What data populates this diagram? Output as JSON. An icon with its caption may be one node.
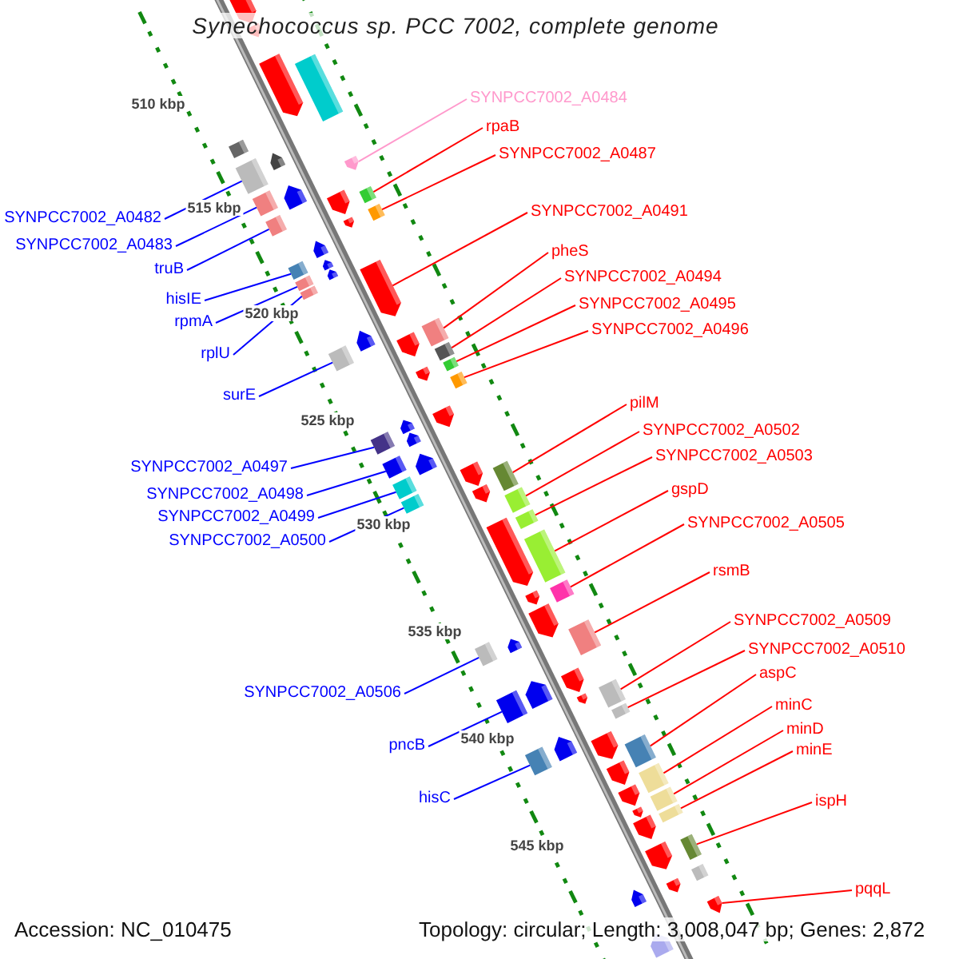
{
  "diagram": {
    "title": "Synechococcus sp. PCC 7002, complete genome",
    "nodes": [
      {
        "text": [
          "SYNPCC7002_A0484"
        ]
      },
      {
        "text": [
          "rpaB"
        ]
      },
      {
        "text": [
          "SYNPCC7002_A0487"
        ]
      },
      {
        "text": [
          "SYNPCC7002_A0491"
        ]
      },
      {
        "text": [
          "SYNPCC7002_A0482"
        ]
      },
      {
        "text": [
          "SYNPCC7002_A0483"
        ]
      },
      {
        "text": [
          "pheS"
        ]
      },
      {
        "text": [
          "truB"
        ]
      },
      {
        "text": [
          "SYNPCC7002_A0494"
        ]
      },
      {
        "text": [
          "hisIE"
        ]
      },
      {
        "text": [
          "SYNPCC7002_A0495"
        ]
      },
      {
        "text": [
          "rpmA"
        ]
      },
      {
        "text": [
          "SYNPCC7002_A0496"
        ]
      },
      {
        "text": [
          "rplU"
        ]
      },
      {
        "text": [
          "surE"
        ]
      },
      {
        "text": [
          "pilM"
        ]
      },
      {
        "text": [
          "SYNPCC7002_A0502"
        ]
      },
      {
        "text": [
          "SYNPCC7002_A0503"
        ]
      },
      {
        "text": [
          "SYNPCC7002_A0497"
        ]
      },
      {
        "text": [
          "gspD"
        ]
      },
      {
        "text": [
          "SYNPCC7002_A0498"
        ]
      },
      {
        "text": [
          "SYNPCC7002_A0499"
        ]
      },
      {
        "text": [
          "SYNPCC7002_A0505"
        ]
      },
      {
        "text": [
          "SYNPCC7002_A0500"
        ]
      },
      {
        "text": [
          "rsmB"
        ]
      },
      {
        "text": [
          "SYNPCC7002_A0509"
        ]
      },
      {
        "text": [
          "SYNPCC7002_A0510"
        ]
      },
      {
        "text": [
          "aspC"
        ]
      },
      {
        "text": [
          "SYNPCC7002_A0506"
        ]
      },
      {
        "text": [
          "minC"
        ]
      },
      {
        "text": [
          "minD"
        ]
      },
      {
        "text": [
          "pncB"
        ]
      },
      {
        "text": [
          "minE"
        ]
      },
      {
        "text": [
          "hisC"
        ]
      },
      {
        "text": [
          "ispH"
        ]
      },
      {
        "text": [
          "pqqL"
        ]
      },
      {
        "text": [],
        "shape": "bar"
      },
      {
        "text": [],
        "shape": "bar"
      },
      {
        "text": [],
        "shape": "bar"
      },
      {
        "text": [],
        "shape": "bar"
      },
      {
        "text": [],
        "shape": "bar"
      },
      {
        "text": [],
        "shape": "bar"
      },
      {
        "text": [],
        "shape": "bar"
      },
      {
        "text": [],
        "shape": "bar"
      },
      {
        "text": [],
        "shape": "bar"
      },
      {
        "text": [],
        "shape": "bar"
      },
      {
        "text": [],
        "shape": "bar"
      },
      {
        "text": [],
        "shape": "bar"
      },
      {
        "text": [],
        "shape": "bar"
      },
      {
        "text": [],
        "shape": "bar"
      },
      {
        "text": [],
        "shape": "bar"
      },
      {
        "text": [],
        "shape": "bar"
      },
      {
        "text": [],
        "shape": "bar"
      },
      {
        "text": [],
        "shape": "bar"
      },
      {
        "text": [],
        "shape": "bar"
      },
      {
        "text": [],
        "shape": "bar"
      },
      {
        "text": [],
        "shape": "bar"
      },
      {
        "text": [],
        "shape": "bar"
      },
      {
        "text": [],
        "shape": "bar"
      },
      {
        "text": [],
        "shape": "bar"
      },
      {
        "text": [],
        "shape": "bar"
      },
      {
        "text": [],
        "shape": "bar"
      },
      {
        "text": [],
        "shape": "bar"
      },
      {
        "text": [],
        "shape": "bar"
      },
      {
        "text": [],
        "shape": "bar"
      },
      {
        "text": [],
        "shape": "bar"
      },
      {
        "text": [],
        "shape": "bar"
      },
      {
        "text": [],
        "shape": "bar"
      },
      {
        "text": [],
        "shape": "bar"
      },
      {
        "text": [],
        "shape": "bar"
      },
      {
        "text": [],
        "shape": "bar"
      },
      {
        "text": [],
        "shape": "bar"
      },
      {
        "text": [],
        "shape": "bar"
      },
      {
        "text": [],
        "shape": "bar"
      },
      {
        "text": [],
        "shape": "bar"
      },
      {
        "text": [],
        "shape": "bar"
      },
      {
        "text": [],
        "shape": "bar"
      },
      {
        "text": [],
        "shape": "bar"
      },
      {
        "text": [],
        "shape": "bar"
      },
      {
        "text": [],
        "shape": "bar"
      },
      {
        "text": [],
        "shape": "bar"
      },
      {
        "text": [],
        "shape": "bar"
      },
      {
        "text": [],
        "shape": "bar"
      },
      {
        "text": [],
        "shape": "bar"
      },
      {
        "text": [],
        "shape": "bar"
      },
      {
        "text": [],
        "shape": "bar"
      },
      {
        "text": [],
        "shape": "bar"
      },
      {
        "text": [],
        "shape": "bar"
      },
      {
        "text": [],
        "shape": "bar"
      },
      {
        "text": [],
        "shape": "bar"
      },
      {
        "text": [],
        "shape": "bar"
      },
      {
        "text": [],
        "shape": "bar"
      },
      {
        "text": [],
        "shape": "bar"
      },
      {
        "text": [],
        "shape": "bar"
      },
      {
        "text": [],
        "shape": "bar"
      },
      {
        "text": [],
        "shape": "bar"
      },
      {
        "text": [],
        "shape": "bar"
      },
      {
        "text": [],
        "shape": "bar"
      },
      {
        "text": [],
        "shape": "bar"
      },
      {
        "text": [],
        "shape": "bar"
      },
      {
        "text": [],
        "shape": "bar"
      },
      {
        "text": [],
        "shape": "bar"
      },
      {
        "text": [],
        "shape": "bar"
      },
      {
        "text": [],
        "shape": "bar"
      },
      {
        "text": [],
        "shape": "bar"
      },
      {
        "text": [],
        "shape": "bar"
      },
      {
        "text": [],
        "shape": "bar"
      },
      {
        "text": [],
        "shape": "bar"
      },
      {
        "text": [],
        "shape": "bar"
      },
      {
        "text": [],
        "shape": "bar"
      },
      {
        "text": [],
        "shape": "bar"
      }
    ],
    "edges": [
      {
        "from": 0,
        "to": 36,
        "arrow": "none",
        "color": "#ff99cc"
      },
      {
        "from": 1,
        "to": 37,
        "arrow": "none"
      },
      {
        "from": 2,
        "to": 38,
        "arrow": "none"
      },
      {
        "from": 3,
        "to": 39,
        "arrow": "none"
      },
      {
        "from": 4,
        "to": 40,
        "arrow": "none",
        "color": "#0000ff"
      },
      {
        "from": 5,
        "to": 41,
        "arrow": "none",
        "color": "#0000ff"
      },
      {
        "from": 6,
        "to": 42,
        "arrow": "none"
      },
      {
        "from": 7,
        "to": 43,
        "arrow": "none",
        "color": "#0000ff"
      },
      {
        "from": 8,
        "to": 44,
        "arrow": "none"
      },
      {
        "from": 9,
        "to": 45,
        "arrow": "none",
        "color": "#0000ff"
      },
      {
        "from": 10,
        "to": 46,
        "arrow": "none"
      },
      {
        "from": 11,
        "to": 47,
        "arrow": "none",
        "color": "#0000ff"
      },
      {
        "from": 12,
        "to": 48,
        "arrow": "none"
      },
      {
        "from": 13,
        "to": 49,
        "arrow": "none",
        "color": "#0000ff"
      },
      {
        "from": 14,
        "to": 50,
        "arrow": "none",
        "color": "#0000ff"
      },
      {
        "from": 15,
        "to": 51,
        "arrow": "none"
      },
      {
        "from": 16,
        "to": 52,
        "arrow": "none"
      },
      {
        "from": 17,
        "to": 53,
        "arrow": "none"
      },
      {
        "from": 18,
        "to": 54,
        "arrow": "none",
        "color": "#0000ff"
      },
      {
        "from": 19,
        "to": 55,
        "arrow": "none"
      },
      {
        "from": 20,
        "to": 56,
        "arrow": "none",
        "color": "#0000ff"
      },
      {
        "from": 21,
        "to": 57,
        "arrow": "none",
        "color": "#0000ff"
      },
      {
        "from": 22,
        "to": 58,
        "arrow": "none"
      },
      {
        "from": 23,
        "to": 59,
        "arrow": "none",
        "color": "#0000ff"
      },
      {
        "from": 24,
        "to": 60,
        "arrow": "none"
      },
      {
        "from": 25,
        "to": 61,
        "arrow": "none"
      },
      {
        "from": 26,
        "to": 62,
        "arrow": "none"
      },
      {
        "from": 27,
        "to": 63,
        "arrow": "none"
      },
      {
        "from": 28,
        "to": 64,
        "arrow": "none",
        "color": "#0000ff"
      },
      {
        "from": 29,
        "to": 65,
        "arrow": "none"
      },
      {
        "from": 30,
        "to": 66,
        "arrow": "none"
      },
      {
        "from": 31,
        "to": 67,
        "arrow": "none",
        "color": "#0000ff"
      },
      {
        "from": 32,
        "to": 68,
        "arrow": "none"
      },
      {
        "from": 33,
        "to": 69,
        "arrow": "none",
        "color": "#0000ff"
      },
      {
        "from": 34,
        "to": 70,
        "arrow": "none"
      },
      {
        "from": 35,
        "to": 71,
        "arrow": "none"
      }
    ],
    "labels": [
      "510 kbp",
      "515 kbp",
      "520 kbp",
      "525 kbp",
      "530 kbp",
      "535 kbp",
      "540 kbp",
      "545 kbp",
      "Accession: NC_010475",
      "Topology: circular; Length: 3,008,047 bp; Genes: 2,872"
    ]
  }
}
